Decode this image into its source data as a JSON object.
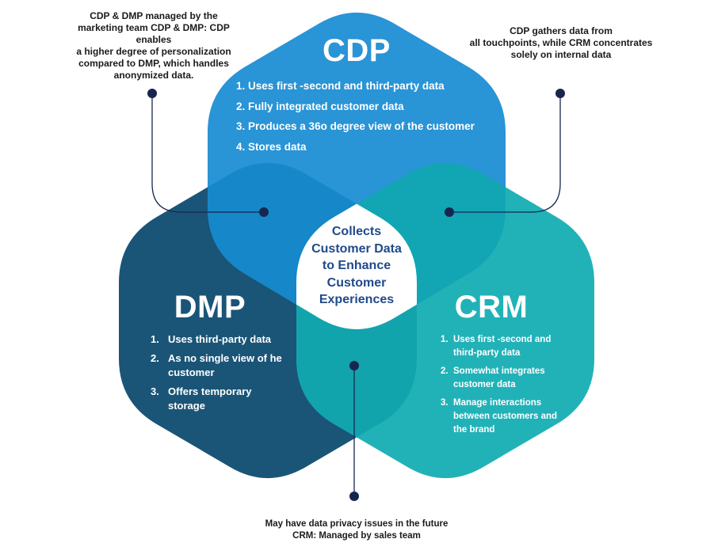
{
  "colors": {
    "cdp": "#2994d6",
    "dmp": "#1a5577",
    "crm": "#21b2b8",
    "cdp_dmp_overlap": "#1687c8",
    "cdp_crm_overlap": "#12a6b4",
    "dmp_crm_overlap": "#12a4ad",
    "center": "#ffffff",
    "connector": "#17264f",
    "center_text": "#204a8a",
    "note_text": "#1b1b1b"
  },
  "notes": {
    "top_left": [
      "CDP & DMP managed by the",
      "marketing team CDP & DMP: CDP enables",
      "a higher degree of personalization",
      "compared to DMP, which handles",
      "anonymized data."
    ],
    "top_right": [
      "CDP gathers data from",
      "all touchpoints, while CRM concentrates",
      "solely on internal data"
    ],
    "bottom": [
      "May have data privacy issues in the future",
      "CRM: Managed by sales team"
    ]
  },
  "cdp": {
    "title": "CDP",
    "items": [
      {
        "num": "1.",
        "text": "Uses first -second and third-party data"
      },
      {
        "num": "2.",
        "text": "Fully integrated customer data"
      },
      {
        "num": "3.",
        "text": "Produces a 36o degree view of the customer"
      },
      {
        "num": "4.",
        "text": "Stores data"
      }
    ]
  },
  "dmp": {
    "title": "DMP",
    "items": [
      {
        "num": "1.",
        "text": "Uses third-party data"
      },
      {
        "num": "2.",
        "text": "As no single view of he customer"
      },
      {
        "num": "3.",
        "text": "Offers temporary storage"
      }
    ]
  },
  "crm": {
    "title": "CRM",
    "items": [
      {
        "num": "1.",
        "text": "Uses first -second and third-party data"
      },
      {
        "num": "2.",
        "text": "Somewhat integrates customer data"
      },
      {
        "num": "3.",
        "text": "Manage interactions between customers and the brand"
      }
    ]
  },
  "center": {
    "lines": [
      "Collects",
      "Customer Data",
      "to Enhance",
      "Customer",
      "Experiences"
    ]
  }
}
